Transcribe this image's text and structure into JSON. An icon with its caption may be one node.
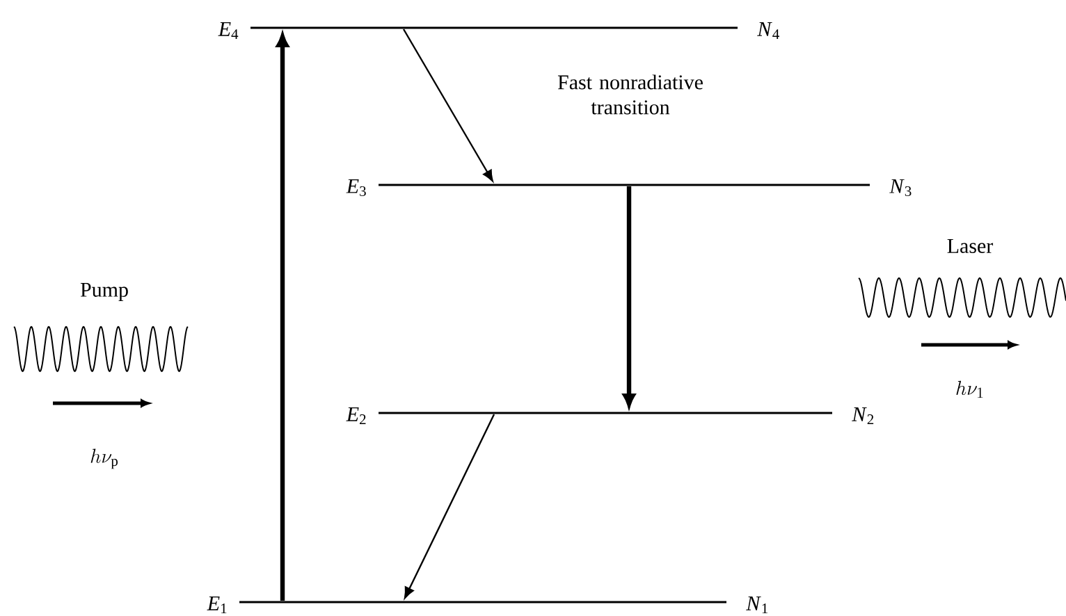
{
  "diagram": {
    "nodes": [
      {
        "text": [],
        "shape": "bar",
        "beside": [
          "*E*$_{4}$",
          "*N*$_{4}$"
        ]
      },
      {
        "text": [],
        "shape": "bar",
        "beside": [
          "*E*$_{3}$",
          "*N*$_{3}$"
        ]
      },
      {
        "text": [],
        "shape": "bar",
        "beside": [
          "*E*$_{2}$",
          "*N*$_{2}$"
        ]
      },
      {
        "text": [],
        "shape": "bar",
        "beside": [
          "*E*$_{1}$",
          "*N*$_{1}$"
        ]
      }
    ],
    "edges": [
      {
        "from": 3,
        "to": 0,
        "arrow": "to",
        "style": "thick"
      },
      {
        "from": 0,
        "to": 1,
        "arrow": "to"
      },
      {
        "from": 1,
        "to": 2,
        "arrow": "to",
        "style": "thick"
      },
      {
        "from": 2,
        "to": 3,
        "arrow": "to"
      }
    ],
    "labels": [
      "Fast nonradiative transition",
      "Pump",
      "h\\nu_{\\mathrm{p}}",
      "Laser",
      "h\\nu_{1}"
    ]
  }
}
